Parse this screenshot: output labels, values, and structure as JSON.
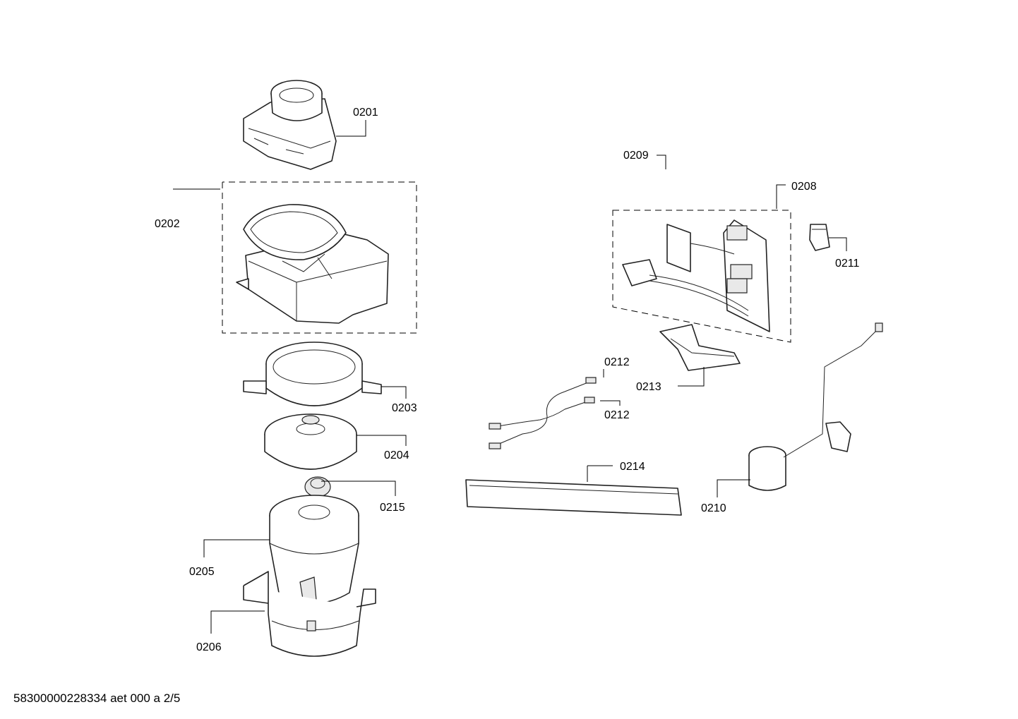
{
  "parts": {
    "p0201": "0201",
    "p0202": "0202",
    "p0203": "0203",
    "p0204": "0204",
    "p0205": "0205",
    "p0206": "0206",
    "p0208": "0208",
    "p0209": "0209",
    "p0210": "0210",
    "p0211": "0211",
    "p0212a": "0212",
    "p0212b": "0212",
    "p0213": "0213",
    "p0214": "0214",
    "p0215": "0215"
  },
  "footer": {
    "doc_id": "58300000228334 aet 000 a 2/5"
  }
}
